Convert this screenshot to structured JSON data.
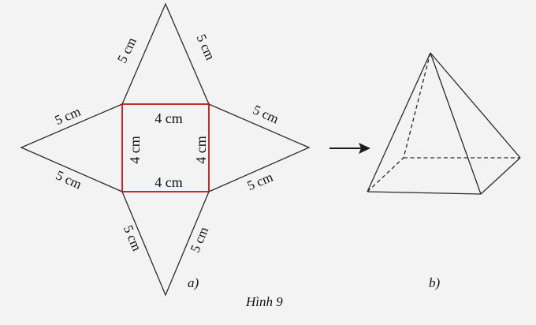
{
  "net": {
    "top_left_edge": "5 cm",
    "top_right_edge": "5 cm",
    "left_top_edge": "5 cm",
    "left_bottom_edge": "5 cm",
    "right_top_edge": "5 cm",
    "right_bottom_edge": "5 cm",
    "bottom_left_edge": "5 cm",
    "bottom_right_edge": "5 cm",
    "square_top": "4 cm",
    "square_bottom": "4 cm",
    "square_left": "4 cm",
    "square_right": "4 cm",
    "sublabel": "a)"
  },
  "pyramid": {
    "sublabel": "b)"
  },
  "figure": {
    "caption": "Hình 9"
  },
  "colors": {
    "square_outline": "#c8181e",
    "line": "#2a2a2a",
    "background": "#f3f3f3"
  }
}
